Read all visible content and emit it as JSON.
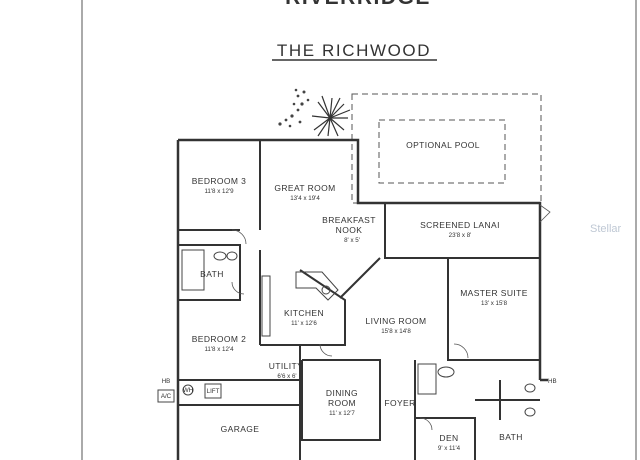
{
  "header": {
    "community": "RIVERRIDGE",
    "model": "THE RICHWOOD"
  },
  "rooms": {
    "optional_pool": {
      "name": "OPTIONAL POOL"
    },
    "bedroom3": {
      "name": "BEDROOM 3",
      "dims": "11'8 x 12'9"
    },
    "great_room": {
      "name": "GREAT ROOM",
      "dims": "13'4 x 19'4"
    },
    "breakfast_nook": {
      "name_line1": "BREAKFAST",
      "name_line2": "NOOK",
      "dims": "8' x 5'"
    },
    "screened_lanai": {
      "name": "SCREENED LANAI",
      "dims": "23'8 x 8'"
    },
    "bath_left": {
      "name": "BATH"
    },
    "kitchen": {
      "name": "KITCHEN",
      "dims": "11' x 12'6"
    },
    "master_suite": {
      "name": "MASTER SUITE",
      "dims": "13' x 15'8"
    },
    "living_room": {
      "name": "LIVING ROOM",
      "dims": "15'8 x 14'8"
    },
    "bedroom2": {
      "name": "BEDROOM 2",
      "dims": "11'8 x 12'4"
    },
    "utility": {
      "name": "UTILITY",
      "dims": "6'6 x 6'"
    },
    "dining_room": {
      "name_line1": "DINING",
      "name_line2": "ROOM",
      "dims": "11' x 12'7"
    },
    "foyer": {
      "name": "FOYER"
    },
    "garage": {
      "name": "GARAGE"
    },
    "den": {
      "name": "DEN",
      "dims": "9' x 11'4"
    },
    "bath_right": {
      "name": "BATH"
    }
  },
  "labels": {
    "hb_left": "HB",
    "hb_right": "HB",
    "ac": "A/C",
    "wh": "WH",
    "lift": "LIFT"
  },
  "watermark": "Stellar"
}
